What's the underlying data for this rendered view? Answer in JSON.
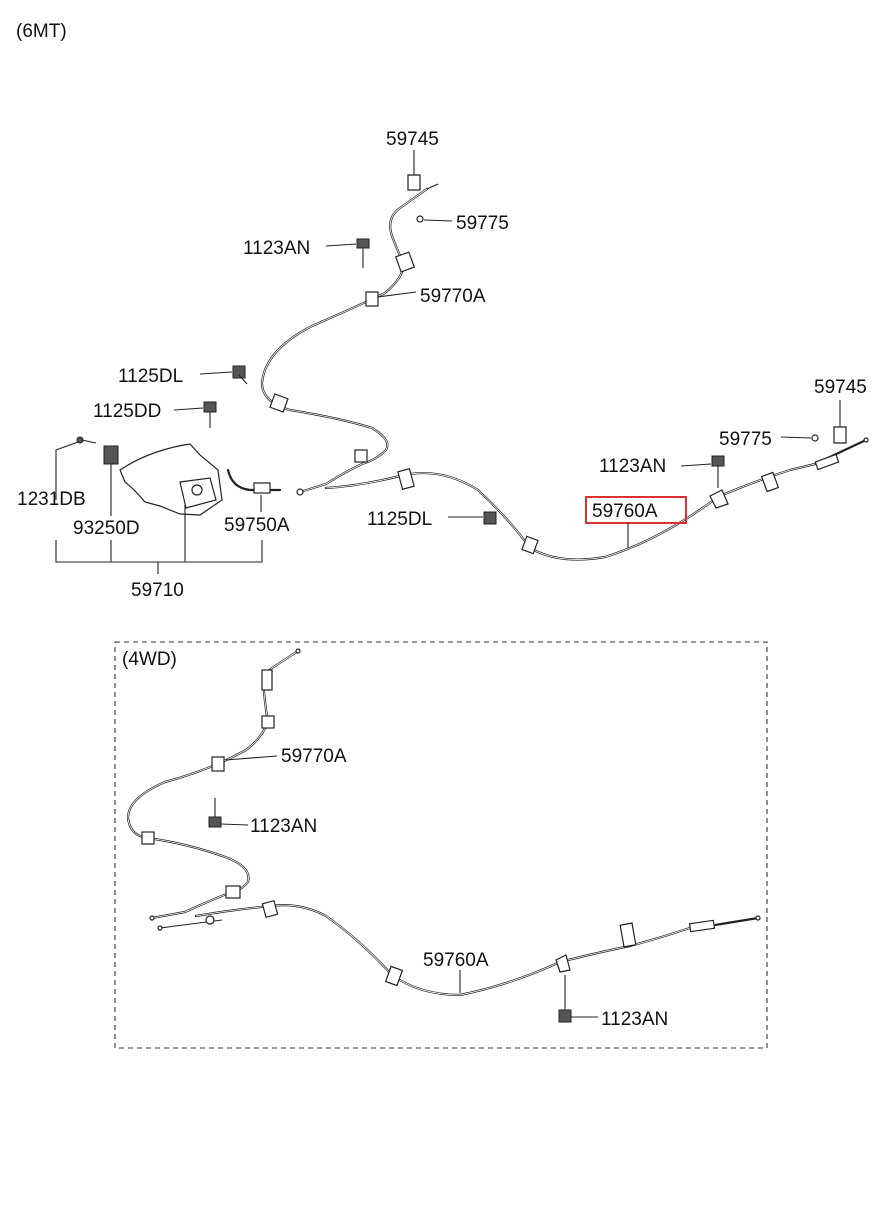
{
  "variant_label": "(6MT)",
  "inset_label": "(4WD)",
  "highlight_color": "#e03030",
  "main_labels": {
    "top_clip": "59745",
    "top_pin": "59775",
    "top_bolt": "1123AN",
    "front_cable": "59770A",
    "bolt_dl_upper": "1125DL",
    "bolt_dd": "1125DD",
    "screw": "1231DB",
    "switch": "93250D",
    "lever_cable": "59750A",
    "bolt_dl_lower": "1125DL",
    "rear_cable": "59760A",
    "right_clip": "59745",
    "right_pin": "59775",
    "right_bolt": "1123AN",
    "lever_assy": "59710"
  },
  "inset_labels": {
    "front_cable": "59770A",
    "bolt_upper": "1123AN",
    "rear_cable": "59760A",
    "bolt_lower": "1123AN"
  }
}
